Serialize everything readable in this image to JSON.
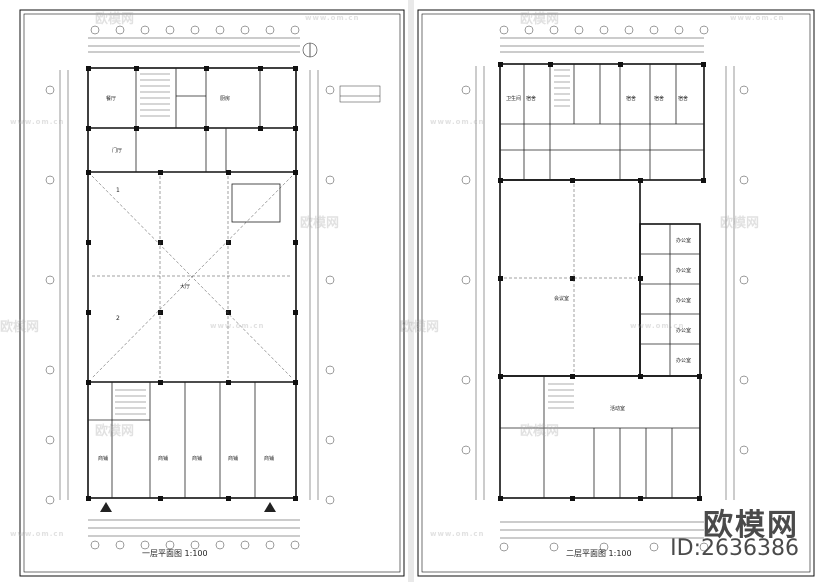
{
  "drawing": {
    "left_title": "一层平面图   1:100",
    "right_title": "二层平面图   1:100",
    "left_room_labels": [
      "餐厅",
      "厨房",
      "大厅",
      "门厅",
      "商铺",
      "商铺",
      "商铺",
      "商铺",
      "商铺"
    ],
    "right_room_labels": [
      "卫生间",
      "宿舍",
      "宿舍",
      "宿舍",
      "宿舍",
      "会议室",
      "办公室",
      "办公室",
      "办公室",
      "办公室",
      "办公室",
      "活动室"
    ],
    "section_marks": [
      "1",
      "2"
    ]
  },
  "watermark": {
    "brand": "欧模网",
    "url": "www.om.cn",
    "logo_text": "欧模网",
    "id_text": "ID:2636386"
  }
}
